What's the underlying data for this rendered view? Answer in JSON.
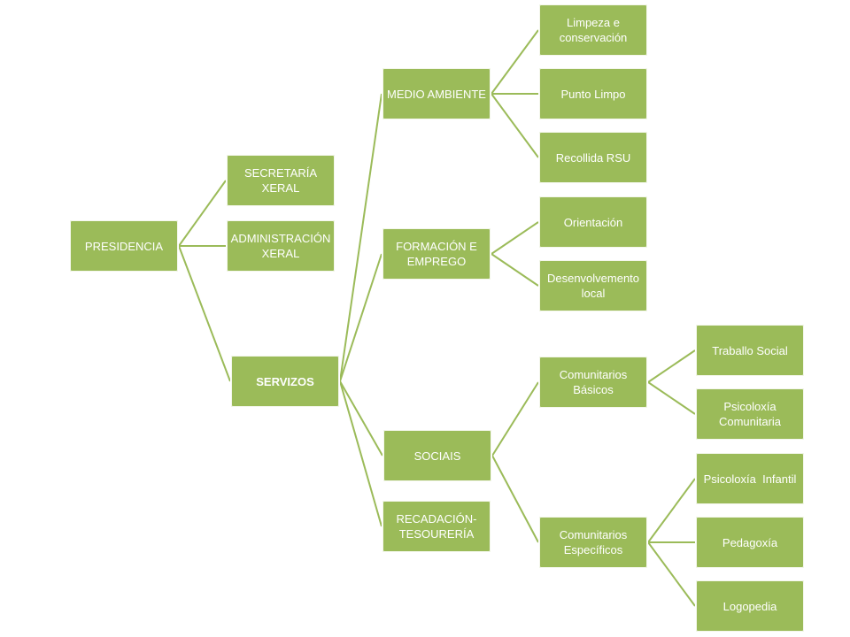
{
  "colors": {
    "node_fill": "#9bbb59",
    "connector": "#9bbb59",
    "text": "#ffffff"
  },
  "nodes": {
    "presidencia": "PRESIDENCIA",
    "secretaria": "SECRETARÍA XERAL",
    "administracion": [
      "ADMINISTRACIÓN",
      "XERAL"
    ],
    "servizos": "SERVIZOS",
    "medio_ambiente": "MEDIO AMBIENTE",
    "formacion": [
      "FORMACIÓN E",
      "EMPREGO"
    ],
    "sociais": "SOCIAIS",
    "recadacion": [
      "RECADACIÓN-",
      "TESOURERÍA"
    ],
    "limpeza": [
      "Limpeza e",
      "conservación"
    ],
    "punto_limpo": "Punto Limpo",
    "recollida": "Recollida RSU",
    "orientacion": "Orientación",
    "desenvolvemento": [
      "Desenvolvemento",
      "local"
    ],
    "comunitarios_basicos": [
      "Comunitarios",
      "Básicos"
    ],
    "comunitarios_especificos": [
      "Comunitarios",
      "Específicos"
    ],
    "traballo_social": "Traballo Social",
    "psicoloxia_comunitaria": [
      "Psicoloxía",
      "Comunitaria"
    ],
    "psicoloxia_infantil": "Psicoloxía  Infantil",
    "pedagoxia": "Pedagoxía",
    "logopedia": "Logopedia"
  }
}
